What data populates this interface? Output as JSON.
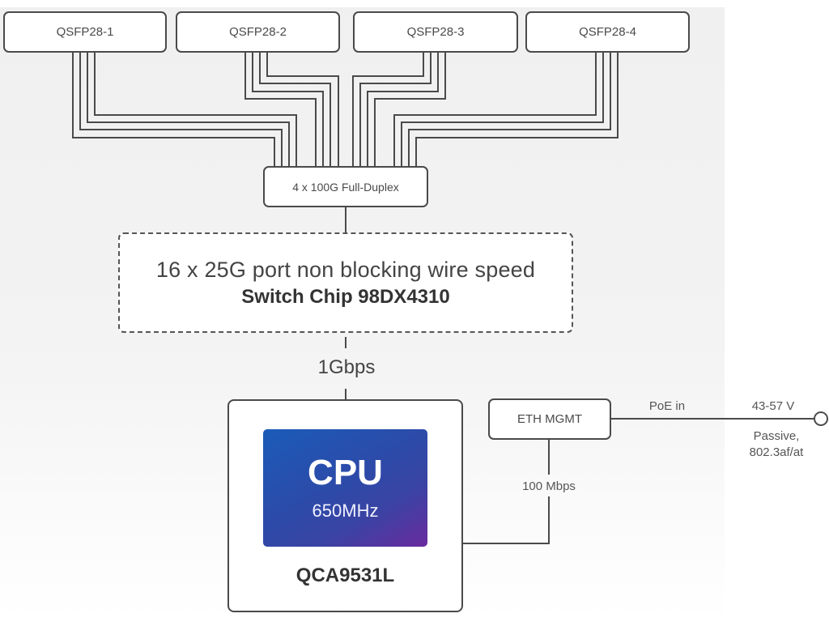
{
  "ports": [
    {
      "label": "QSFP28-1"
    },
    {
      "label": "QSFP28-2"
    },
    {
      "label": "QSFP28-3"
    },
    {
      "label": "QSFP28-4"
    }
  ],
  "aggregator": {
    "label": "4 x 100G Full-Duplex"
  },
  "switch_chip": {
    "description": "16 x 25G port non blocking wire speed",
    "name": "Switch Chip 98DX4310"
  },
  "uplink": {
    "speed": "1Gbps"
  },
  "soc": {
    "cpu_label": "CPU",
    "cpu_frequency": "650MHz",
    "model": "QCA9531L"
  },
  "management": {
    "label": "ETH MGMT",
    "link_speed": "100 Mbps",
    "poe_label": "PoE in",
    "voltage": "43-57 V",
    "poe_standard": "Passive,\n802.3af/at"
  },
  "colors": {
    "line": "#4a4a4a",
    "cpu_gradient_start": "#1b5bb9",
    "cpu_gradient_end": "#6a2b9f",
    "background": "#f0f0f0"
  }
}
